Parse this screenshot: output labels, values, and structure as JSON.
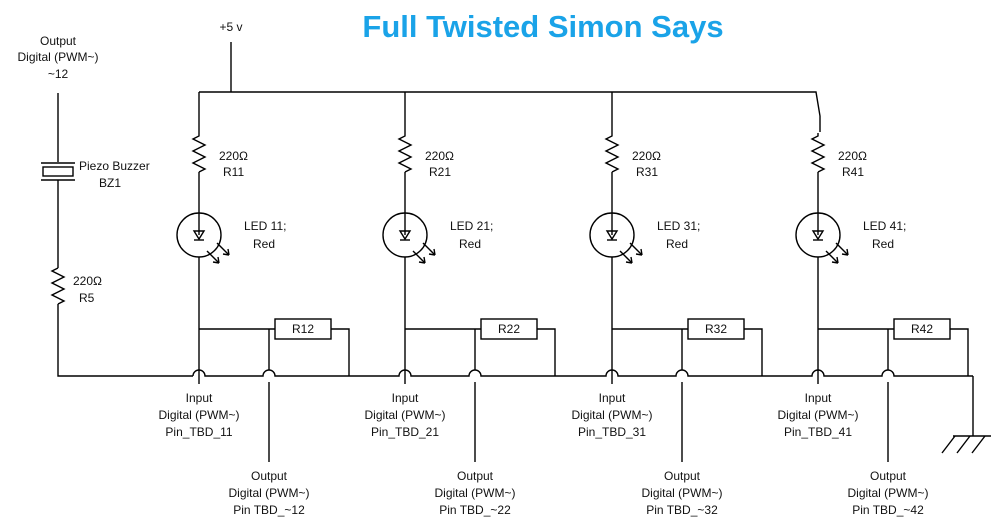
{
  "title": "Full Twisted Simon Says",
  "colors": {
    "title": "#1aa3e8",
    "wire": "#000000",
    "background": "#ffffff"
  },
  "supply": {
    "label": "+5 v"
  },
  "buzzer_output": {
    "line1": "Output",
    "line2": "Digital (PWM~)",
    "line3": "~12"
  },
  "buzzer": {
    "name": "Piezo Buzzer",
    "ref": "BZ1"
  },
  "buzzer_resistor": {
    "value": "220Ω",
    "ref": "R5"
  },
  "ground": {
    "icon": "ground-icon"
  },
  "channels": [
    {
      "resistor": {
        "value": "220Ω",
        "ref": "R11"
      },
      "led": {
        "name": "LED 11;",
        "color": "Red"
      },
      "bridge_resistor": {
        "ref": "R12"
      },
      "input": {
        "line1": "Input",
        "line2": "Digital (PWM~)",
        "line3": "Pin_TBD_11"
      },
      "output": {
        "line1": "Output",
        "line2": "Digital (PWM~)",
        "line3": "Pin TBD_~12"
      }
    },
    {
      "resistor": {
        "value": "220Ω",
        "ref": "R21"
      },
      "led": {
        "name": "LED 21;",
        "color": "Red"
      },
      "bridge_resistor": {
        "ref": "R22"
      },
      "input": {
        "line1": "Input",
        "line2": "Digital (PWM~)",
        "line3": "Pin_TBD_21"
      },
      "output": {
        "line1": "Output",
        "line2": "Digital (PWM~)",
        "line3": "Pin TBD_~22"
      }
    },
    {
      "resistor": {
        "value": "220Ω",
        "ref": "R31"
      },
      "led": {
        "name": "LED 31;",
        "color": "Red"
      },
      "bridge_resistor": {
        "ref": "R32"
      },
      "input": {
        "line1": "Input",
        "line2": "Digital (PWM~)",
        "line3": "Pin_TBD_31"
      },
      "output": {
        "line1": "Output",
        "line2": "Digital (PWM~)",
        "line3": "Pin TBD_~32"
      }
    },
    {
      "resistor": {
        "value": "220Ω",
        "ref": "R41"
      },
      "led": {
        "name": "LED 41;",
        "color": "Red"
      },
      "bridge_resistor": {
        "ref": "R42"
      },
      "input": {
        "line1": "Input",
        "line2": "Digital (PWM~)",
        "line3": "Pin_TBD_41"
      },
      "output": {
        "line1": "Output",
        "line2": "Digital (PWM~)",
        "line3": "Pin TBD_~42"
      }
    }
  ]
}
